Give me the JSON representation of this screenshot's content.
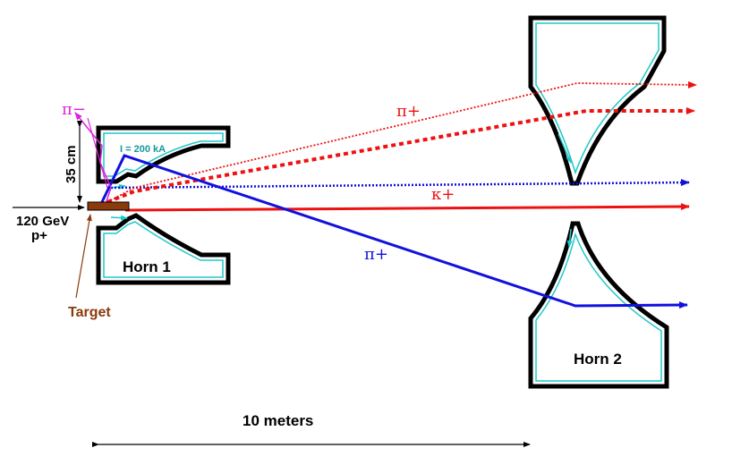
{
  "labels": {
    "beam_energy": "120 GeV",
    "beam_particle": "p+",
    "target": "Target",
    "horn1": "Horn 1",
    "horn2": "Horn 2",
    "current": "I = 200 kA",
    "height": "35 cm",
    "scale": "10 meters",
    "pi_minus": "π−",
    "pi_plus_upper": "π+",
    "kaon_plus": "κ+",
    "pi_plus_lower": "π+"
  },
  "colors": {
    "horn": "#000000",
    "horn_inner": "#1fc8c8",
    "red": "#ee1111",
    "blue": "#1111dd",
    "magenta": "#dd22dd",
    "target": "#8b3a0c",
    "current": "#129a9a"
  }
}
